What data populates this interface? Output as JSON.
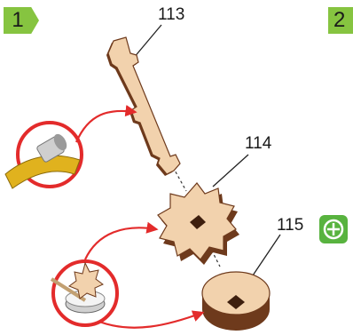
{
  "steps": {
    "current": "1",
    "next": "2"
  },
  "parts": {
    "rod": "113",
    "gear": "114",
    "disc": "115"
  },
  "colors": {
    "step_badge": "#86c440",
    "callout_red": "#e32b2b",
    "wood_light": "#f2d2ad",
    "wood_edge": "#6e3a1c",
    "sandpaper": "#e0b21e",
    "add_icon": "#58b33f"
  },
  "icons": [
    "sandpaper-icon",
    "glue-pot-icon",
    "add-part-icon"
  ]
}
